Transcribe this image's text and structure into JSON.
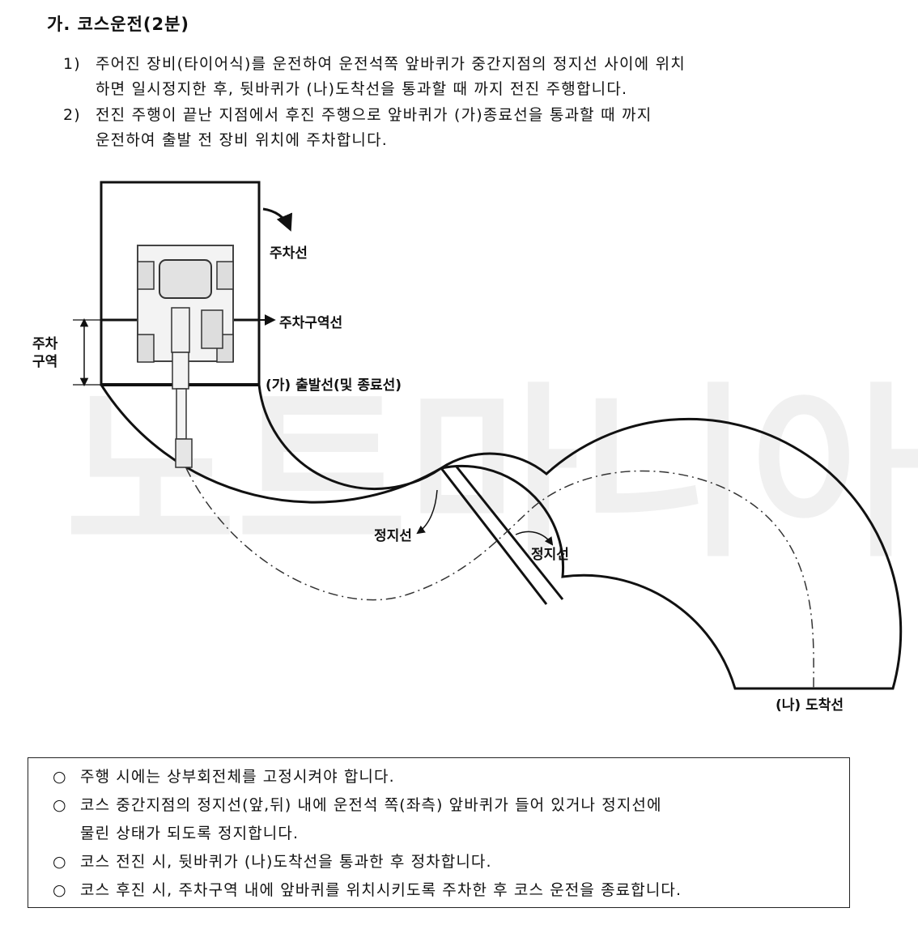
{
  "heading": "가. 코스운전(2분)",
  "instructions": [
    {
      "num": "1)",
      "line1": "주어진 장비(타이어식)를 운전하여 운전석쪽 앞바퀴가 중간지점의 정지선 사이에 위치",
      "line2": "하면 일시정지한 후, 뒷바퀴가 (나)도착선을 통과할 때 까지 전진 주행합니다."
    },
    {
      "num": "2)",
      "line1": "전진 주행이 끝난 지점에서 후진 주행으로 앞바퀴가 (가)종료선을 통과할 때 까지",
      "line2": "운전하여 출발 전 장비 위치에 주차합니다."
    }
  ],
  "diagram": {
    "parking_line": "주차선",
    "parking_zone_line": "주차구역선",
    "parking_zone_top": "주차",
    "parking_zone_bottom": "구역",
    "start_line": "(가) 출발선(및 종료선)",
    "stop_line_left": "정지선",
    "stop_line_right": "정지선",
    "finish_line": "(나) 도착선",
    "watermark": "노트마니아"
  },
  "notes": [
    {
      "bullet": "○",
      "line1": "주행 시에는 상부회전체를 고정시켜야 합니다."
    },
    {
      "bullet": "○",
      "line1": "코스 중간지점의 정지선(앞,뒤) 내에 운전석 쪽(좌측) 앞바퀴가 들어 있거나 정지선에",
      "line2": "물린 상태가 되도록 정지합니다."
    },
    {
      "bullet": "○",
      "line1": "코스 전진 시, 뒷바퀴가 (나)도착선을 통과한 후 정차합니다."
    },
    {
      "bullet": "○",
      "line1": "코스 후진 시, 주차구역 내에 앞바퀴를 위치시키도록 주차한 후 코스 운전을 종료합니다."
    }
  ]
}
